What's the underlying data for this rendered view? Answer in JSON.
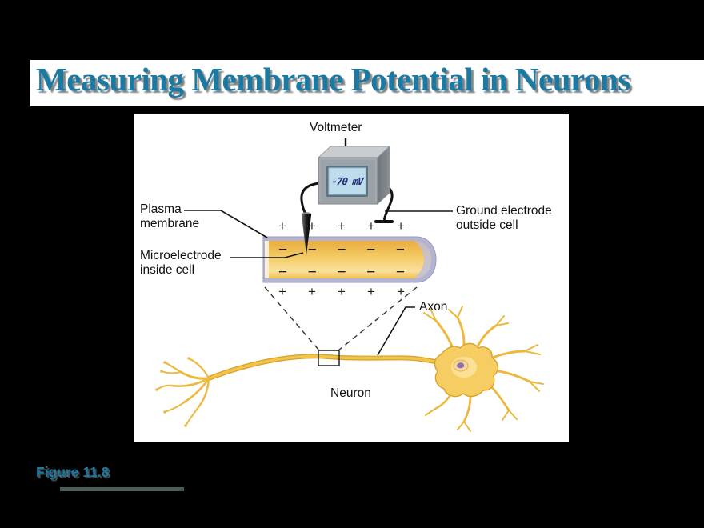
{
  "title": "Measuring Membrane Potential in Neurons",
  "figure_caption": "Figure 11.8",
  "colors": {
    "background": "#000000",
    "slide": "#ffffff",
    "title_teal": "#1b7aa3",
    "axon_gold": "#f2c44e",
    "membrane_lavender": "#b3b4d0",
    "lcd_blue": "#bddded",
    "lcd_text_navy": "#26307c",
    "caption_bar_gray": "#4d5b5b"
  },
  "diagram": {
    "labels": {
      "voltmeter": "Voltmeter",
      "plasma_membrane_line1": "Plasma",
      "plasma_membrane_line2": "membrane",
      "microelectrode_line1": "Microelectrode",
      "microelectrode_line2": "inside cell",
      "ground_electrode_line1": "Ground electrode",
      "ground_electrode_line2": "outside cell",
      "axon": "Axon",
      "neuron": "Neuron"
    },
    "voltmeter_reading": "-70 mV",
    "charges": {
      "plus": "+",
      "minus": "−"
    }
  }
}
